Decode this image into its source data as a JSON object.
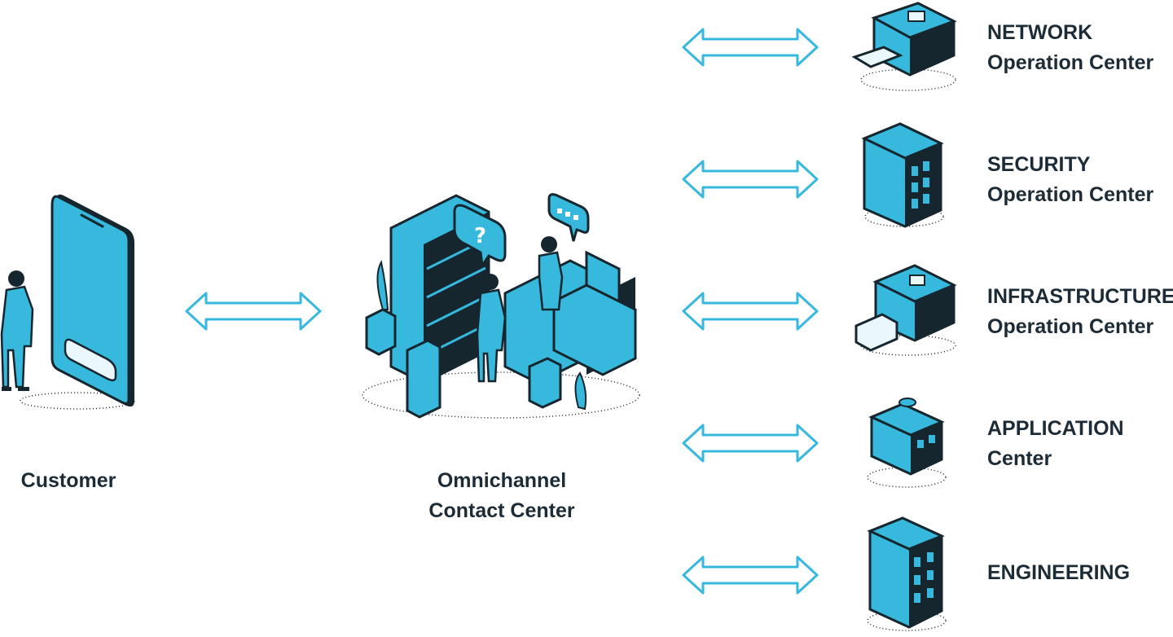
{
  "colors": {
    "accent": "#36b9dc",
    "dark": "#16262f"
  },
  "customer": {
    "label": "Customer"
  },
  "contact_center": {
    "line1": "Omnichannel",
    "line2": "Contact Center"
  },
  "centers": [
    {
      "line1": "NETWORK",
      "line2": "Operation Center",
      "icon": "network-building-icon"
    },
    {
      "line1": "SECURITY",
      "line2": "Operation Center",
      "icon": "security-building-icon"
    },
    {
      "line1": "INFRASTRUCTURE",
      "line2": "Operation Center",
      "icon": "infrastructure-building-icon"
    },
    {
      "line1": "APPLICATION",
      "line2": "Center",
      "icon": "application-building-icon"
    },
    {
      "line1": "ENGINEERING",
      "line2": "",
      "icon": "engineering-building-icon"
    }
  ]
}
